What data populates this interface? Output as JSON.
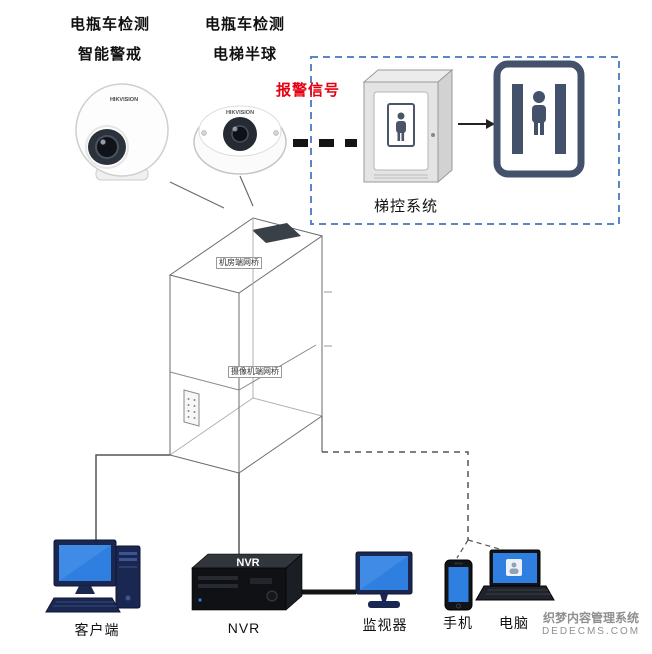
{
  "cameras": {
    "turret": {
      "label_line1": "电瓶车检测",
      "label_line2": "智能警戒",
      "brand": "HIKVISION"
    },
    "dome": {
      "label_line1": "电瓶车检测",
      "label_line2": "电梯半球",
      "brand": "HIKVISION"
    }
  },
  "alarm": {
    "label": "报警信号",
    "color": "#e60012"
  },
  "elevator_control": {
    "label": "梯控系统"
  },
  "shaft": {
    "bridge_top": "机房端网桥",
    "bridge_car": "摄像机端网桥"
  },
  "devices": {
    "client": {
      "label": "客户端"
    },
    "nvr": {
      "label": "NVR",
      "device_text": "NVR"
    },
    "monitor": {
      "label": "监视器"
    },
    "phone": {
      "label": "手机"
    },
    "pc": {
      "label": "电脑"
    }
  },
  "watermark": {
    "line1": "织梦内容管理系统",
    "line2": "DEDECMS.COM"
  },
  "colors": {
    "screen_blue": "#2f7fe0",
    "device_navy": "#1a2750",
    "dashed_zone_border": "#5b87c5",
    "alarm_red": "#e60012",
    "sign_slate": "#44516b",
    "wire_gray": "#6b6b6b"
  }
}
